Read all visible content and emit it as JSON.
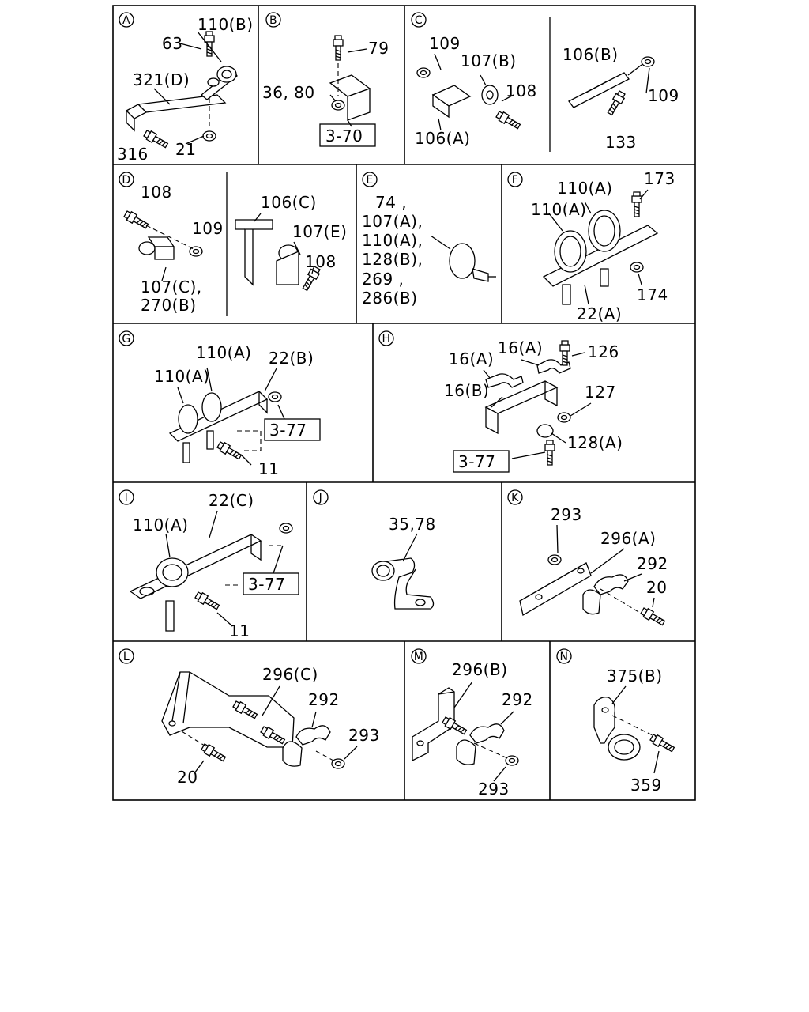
{
  "panels": {
    "A": {
      "letter": "A",
      "labels": {
        "l1": "110(B)",
        "l2": "63",
        "l3": "321(D)",
        "l4": "316",
        "l5": "21"
      }
    },
    "B": {
      "letter": "B",
      "labels": {
        "l1": "79",
        "l2": "36, 80",
        "ref": "3-70"
      }
    },
    "C": {
      "letter": "C",
      "labels": {
        "l1": "109",
        "l2": "107(B)",
        "l3": "108",
        "l4": "106(A)",
        "l5": "106(B)",
        "l6": "109",
        "l7": "133"
      }
    },
    "D": {
      "letter": "D",
      "labels": {
        "l1": "108",
        "l2": "109",
        "l3": "107(C),",
        "l4": "270(B)",
        "l5": "106(C)",
        "l6": "107(E)",
        "l7": "108"
      }
    },
    "E": {
      "letter": "E",
      "labels": {
        "l1": "74 ,",
        "l2": "107(A),",
        "l3": "110(A),",
        "l4": "128(B),",
        "l5": "269 ,",
        "l6": "286(B)"
      }
    },
    "F": {
      "letter": "F",
      "labels": {
        "l1": "110(A)",
        "l2": "173",
        "l3": "110(A)",
        "l4": "174",
        "l5": "22(A)"
      }
    },
    "G": {
      "letter": "G",
      "labels": {
        "l1": "110(A)",
        "l2": "22(B)",
        "l3": "110(A)",
        "ref": "3-77",
        "l4": "11"
      }
    },
    "H": {
      "letter": "H",
      "labels": {
        "l1": "16(A)",
        "l2": "16(A)",
        "l3": "126",
        "l4": "16(B)",
        "l5": "127",
        "l6": "128(A)",
        "ref": "3-77"
      }
    },
    "I": {
      "letter": "I",
      "labels": {
        "l1": "22(C)",
        "l2": "110(A)",
        "ref": "3-77",
        "l3": "11"
      }
    },
    "J": {
      "letter": "J",
      "labels": {
        "l1": "35,78"
      }
    },
    "K": {
      "letter": "K",
      "labels": {
        "l1": "293",
        "l2": "296(A)",
        "l3": "292",
        "l4": "20"
      }
    },
    "L": {
      "letter": "L",
      "labels": {
        "l1": "296(C)",
        "l2": "292",
        "l3": "293",
        "l4": "20"
      }
    },
    "M": {
      "letter": "M",
      "labels": {
        "l1": "296(B)",
        "l2": "292",
        "l3": "293"
      }
    },
    "N": {
      "letter": "N",
      "labels": {
        "l1": "375(B)",
        "l2": "359"
      }
    }
  }
}
